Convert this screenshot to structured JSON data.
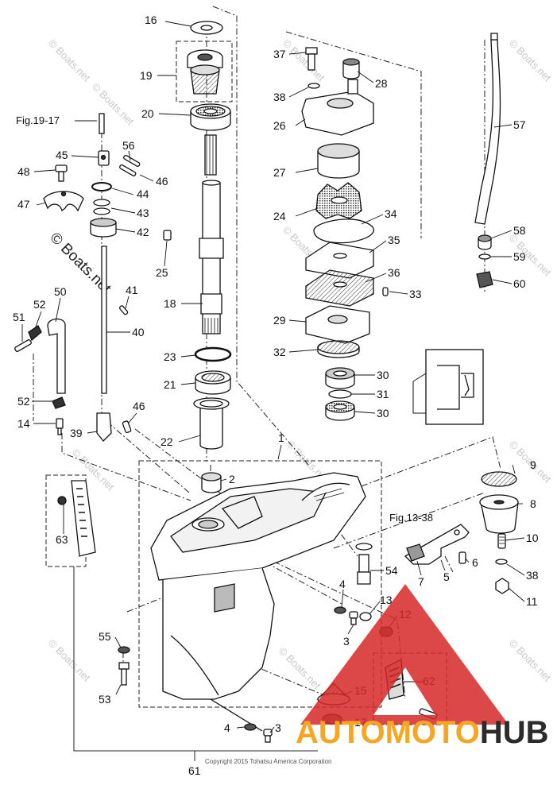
{
  "diagram": {
    "part_labels": [
      {
        "id": "p16",
        "text": "16"
      },
      {
        "id": "p19",
        "text": "19"
      },
      {
        "id": "p20",
        "text": "20"
      },
      {
        "id": "p45",
        "text": "45"
      },
      {
        "id": "p56",
        "text": "56"
      },
      {
        "id": "p48",
        "text": "48"
      },
      {
        "id": "p46a",
        "text": "46"
      },
      {
        "id": "p44",
        "text": "44"
      },
      {
        "id": "p47",
        "text": "47"
      },
      {
        "id": "p43",
        "text": "43"
      },
      {
        "id": "p42",
        "text": "42"
      },
      {
        "id": "p25",
        "text": "25"
      },
      {
        "id": "p50",
        "text": "50"
      },
      {
        "id": "p52a",
        "text": "52"
      },
      {
        "id": "p51",
        "text": "51"
      },
      {
        "id": "p41",
        "text": "41"
      },
      {
        "id": "p18",
        "text": "18"
      },
      {
        "id": "p40",
        "text": "40"
      },
      {
        "id": "p23",
        "text": "23"
      },
      {
        "id": "p21",
        "text": "21"
      },
      {
        "id": "p52b",
        "text": "52"
      },
      {
        "id": "p46b",
        "text": "46"
      },
      {
        "id": "p14",
        "text": "14"
      },
      {
        "id": "p39",
        "text": "39"
      },
      {
        "id": "p22",
        "text": "22"
      },
      {
        "id": "p37",
        "text": "37"
      },
      {
        "id": "p28",
        "text": "28"
      },
      {
        "id": "p38a",
        "text": "38"
      },
      {
        "id": "p26",
        "text": "26"
      },
      {
        "id": "p27",
        "text": "27"
      },
      {
        "id": "p24",
        "text": "24"
      },
      {
        "id": "p34",
        "text": "34"
      },
      {
        "id": "p35",
        "text": "35"
      },
      {
        "id": "p36",
        "text": "36"
      },
      {
        "id": "p33",
        "text": "33"
      },
      {
        "id": "p29",
        "text": "29"
      },
      {
        "id": "p32",
        "text": "32"
      },
      {
        "id": "p30a",
        "text": "30"
      },
      {
        "id": "p31",
        "text": "31"
      },
      {
        "id": "p30b",
        "text": "30"
      },
      {
        "id": "p57",
        "text": "57"
      },
      {
        "id": "p58",
        "text": "58"
      },
      {
        "id": "p59",
        "text": "59"
      },
      {
        "id": "p60",
        "text": "60"
      },
      {
        "id": "p1",
        "text": "1"
      },
      {
        "id": "p2",
        "text": "2"
      },
      {
        "id": "p9",
        "text": "9"
      },
      {
        "id": "p8",
        "text": "8"
      },
      {
        "id": "p10",
        "text": "10"
      },
      {
        "id": "p38b",
        "text": "38"
      },
      {
        "id": "p11",
        "text": "11"
      },
      {
        "id": "p6",
        "text": "6"
      },
      {
        "id": "p5",
        "text": "5"
      },
      {
        "id": "p7",
        "text": "7"
      },
      {
        "id": "p54",
        "text": "54"
      },
      {
        "id": "p4a",
        "text": "4"
      },
      {
        "id": "p13",
        "text": "13"
      },
      {
        "id": "p12",
        "text": "12"
      },
      {
        "id": "p3a",
        "text": "3"
      },
      {
        "id": "p63",
        "text": "63"
      },
      {
        "id": "p55",
        "text": "55"
      },
      {
        "id": "p53",
        "text": "53"
      },
      {
        "id": "p15",
        "text": "15"
      },
      {
        "id": "p62",
        "text": "62"
      },
      {
        "id": "p4b",
        "text": "4"
      },
      {
        "id": "p3b",
        "text": "3"
      },
      {
        "id": "p17",
        "text": "17"
      },
      {
        "id": "p61",
        "text": "61"
      }
    ],
    "refs": {
      "fig_19_17": "Fig.19-17",
      "fig_13_38": "Fig.13-38"
    },
    "watermark": "© Boats.net",
    "copyright": "Copyright 2015 Tohatsu America Corporation",
    "brand": {
      "part1": "AUTOMOTO",
      "part2": "HUB",
      "color1": "#f5a623",
      "color2": "#2b2b2b",
      "triangle_color": "#d62828"
    }
  }
}
